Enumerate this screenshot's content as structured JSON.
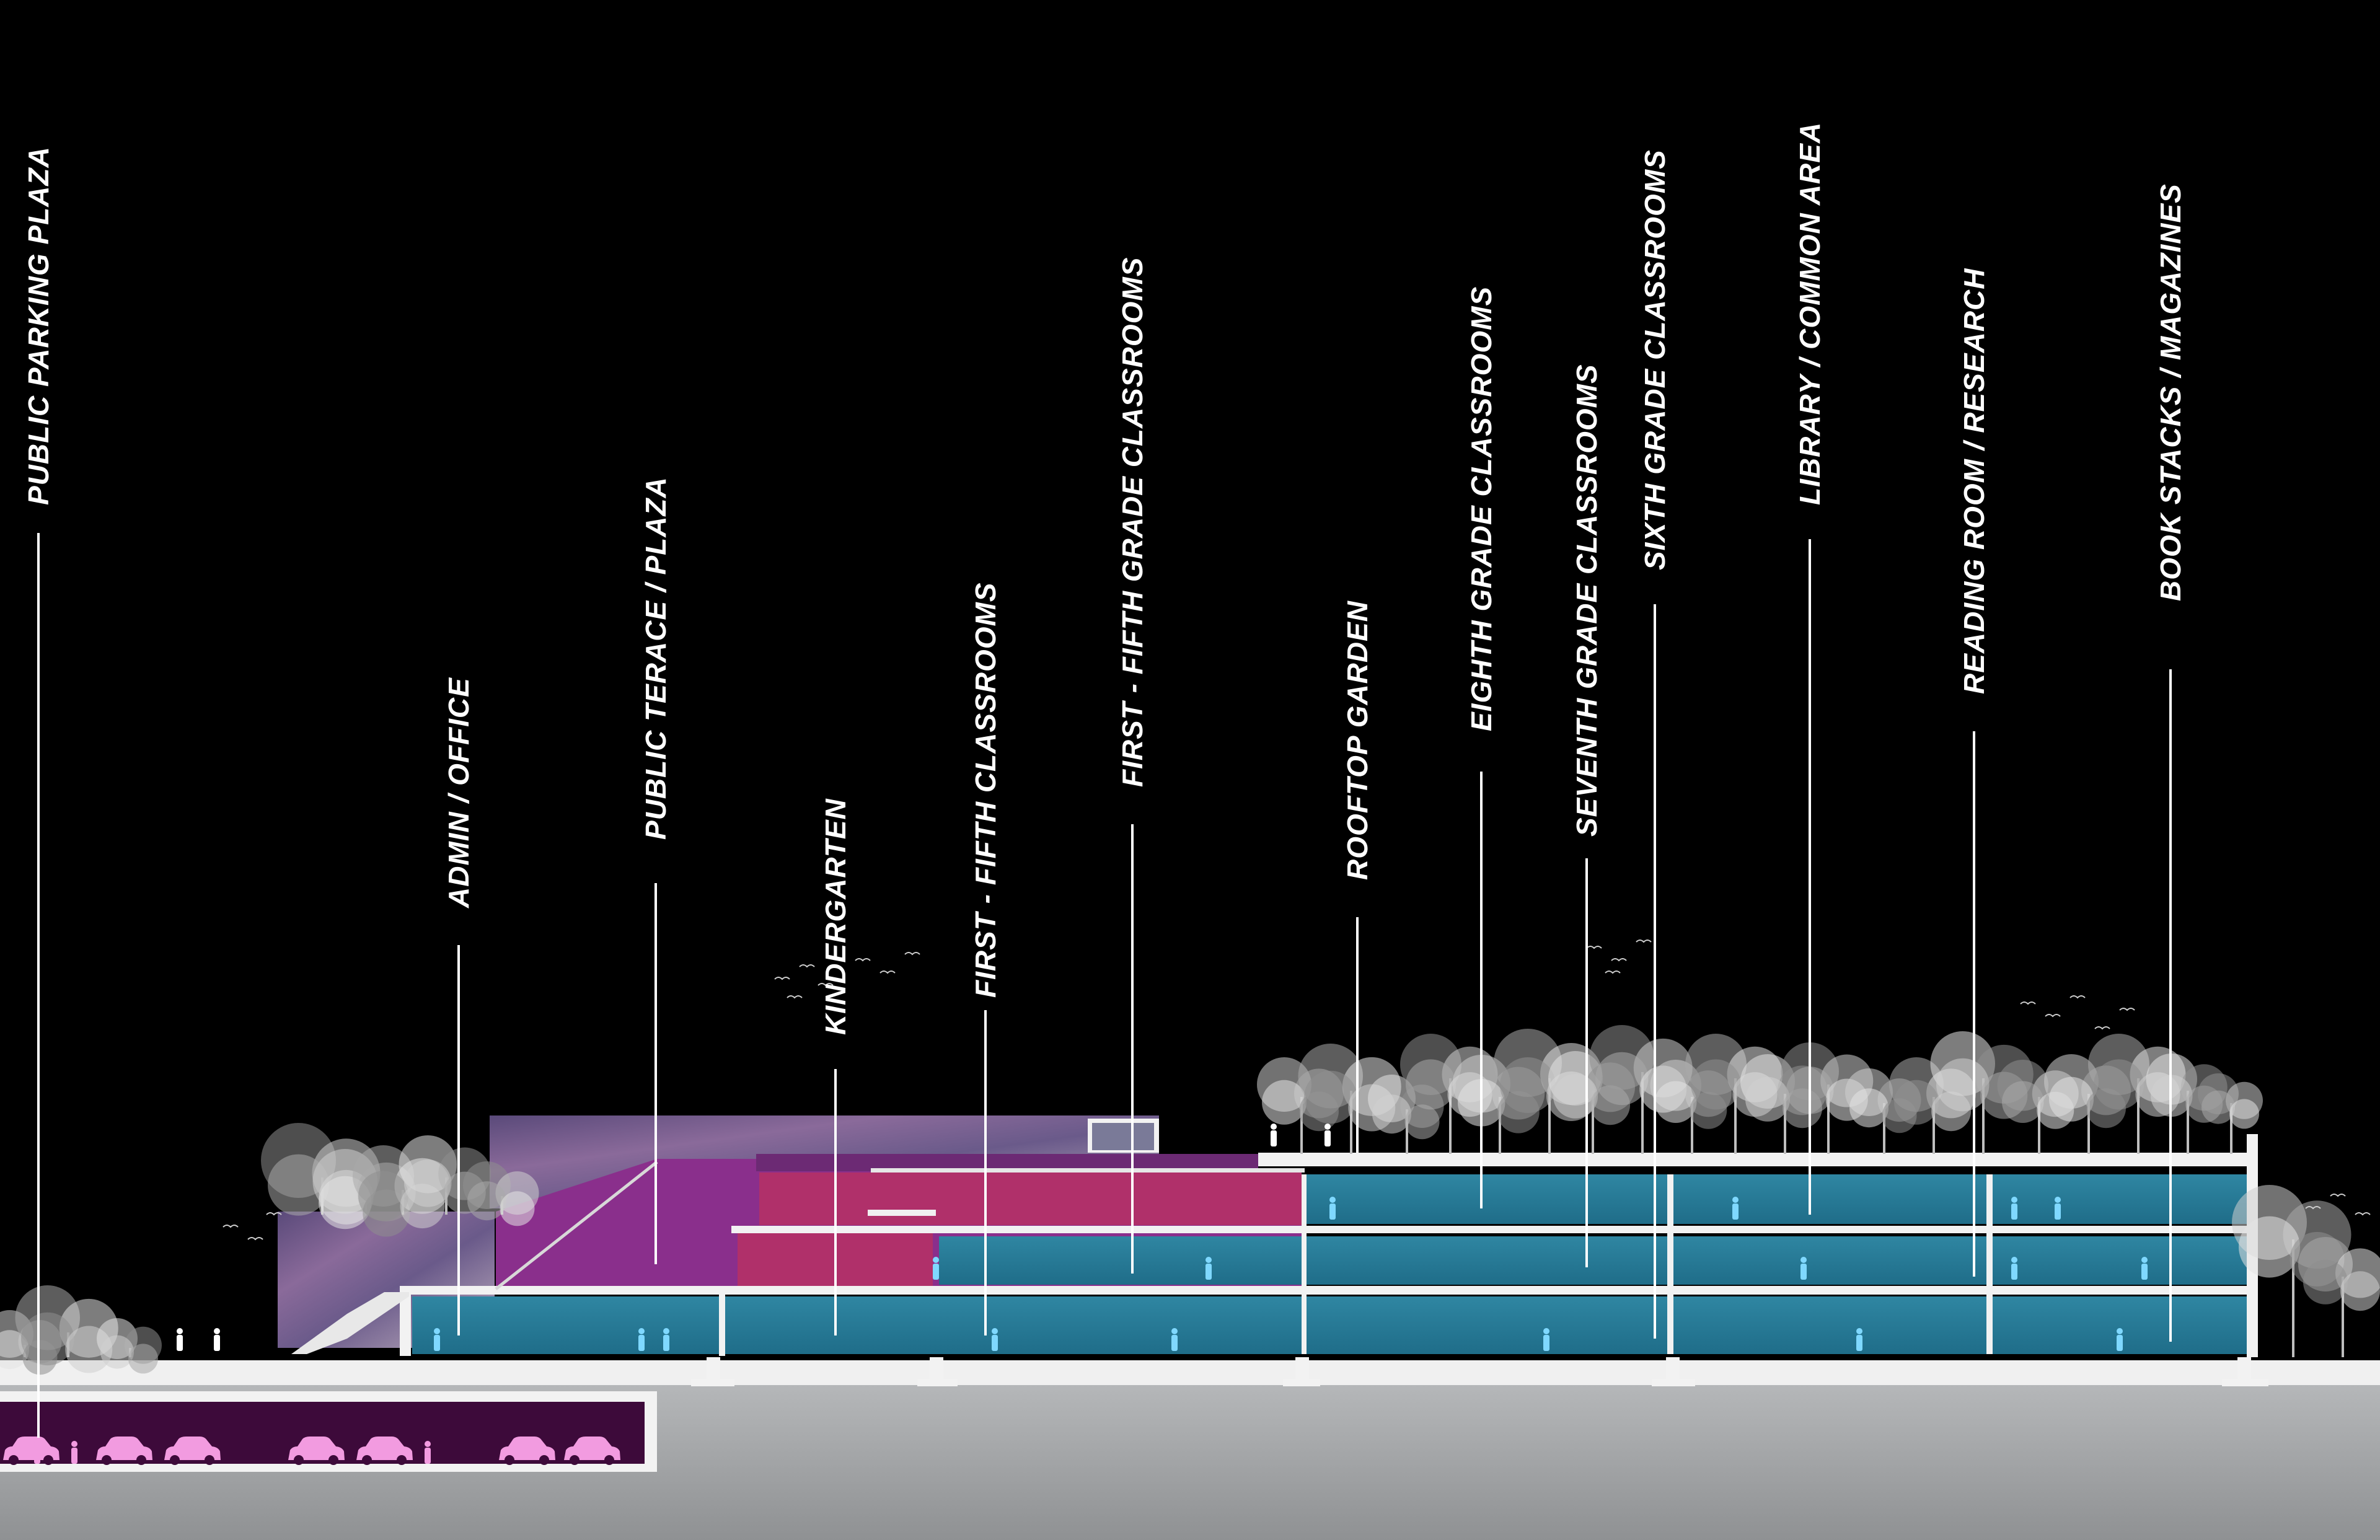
{
  "labels": [
    "PUBLIC PARKING PLAZA",
    "ADMIN / OFFICE",
    "PUBLIC TERACE / PLAZA",
    "KINDERGARTEN",
    "FIRST - FIFTH CLASSROOMS",
    "FIRST - FIFTH GRADE  CLASSROOMS",
    "ROOFTOP GARDEN",
    "EIGHTH  GRADE CLASSROOMS",
    "SEVENTH  GRADE CLASSROOMS",
    "SIXTH GRADE CLASSROOMS",
    "LIBRARY / COMMON AREA",
    "READING ROOM / RESEARCH",
    "BOOK STACKS / MAGAZINES"
  ],
  "colors": {
    "background": "#000000",
    "classrooms_teal": "#2a7f9c",
    "kindergarten_magenta": "#b0306a",
    "terrace_purple": "#8a2f8c",
    "parking_purple": "#3d0a3a",
    "car_pink": "#f29be0",
    "ground_grey": "#a7a9ab",
    "slab_white": "#f2f2f2",
    "label_white": "#ffffff"
  },
  "icons": [
    "tree-icon",
    "person-icon",
    "car-icon",
    "bird-icon"
  ]
}
